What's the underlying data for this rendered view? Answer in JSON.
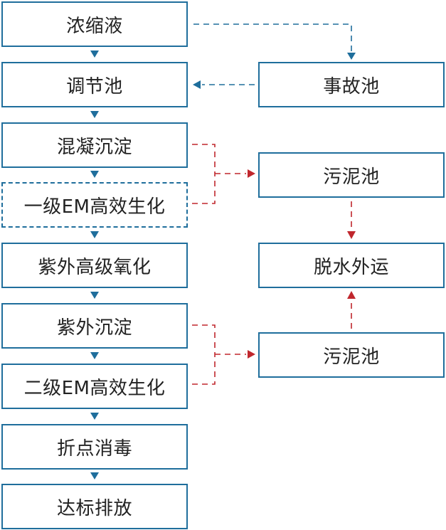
{
  "diagram": {
    "colors": {
      "node_border": "#1f6e9c",
      "blue_arrow": "#1f6e9c",
      "red_arrow": "#c0272d",
      "text": "#222222"
    },
    "main_flow": [
      {
        "id": "n1",
        "label": "浓缩液"
      },
      {
        "id": "n2",
        "label": "调节池"
      },
      {
        "id": "n3",
        "label": "混凝沉淀"
      },
      {
        "id": "n4",
        "label": "一级EM高效生化",
        "style": "dashed"
      },
      {
        "id": "n5",
        "label": "紫外高级氧化"
      },
      {
        "id": "n6",
        "label": "紫外沉淀"
      },
      {
        "id": "n7",
        "label": "二级EM高效生化"
      },
      {
        "id": "n8",
        "label": "折点消毒"
      },
      {
        "id": "n9",
        "label": "达标排放"
      }
    ],
    "side_nodes": [
      {
        "id": "s1",
        "label": "事故池"
      },
      {
        "id": "s2",
        "label": "污泥池"
      },
      {
        "id": "s3",
        "label": "脱水外运"
      },
      {
        "id": "s4",
        "label": "污泥池"
      }
    ],
    "edges": [
      {
        "from": "n1",
        "to": "n2",
        "style": "solid",
        "color": "blue"
      },
      {
        "from": "n2",
        "to": "n3",
        "style": "solid",
        "color": "blue"
      },
      {
        "from": "n3",
        "to": "n4",
        "style": "solid",
        "color": "blue"
      },
      {
        "from": "n4",
        "to": "n5",
        "style": "solid",
        "color": "blue"
      },
      {
        "from": "n5",
        "to": "n6",
        "style": "solid",
        "color": "blue"
      },
      {
        "from": "n6",
        "to": "n7",
        "style": "solid",
        "color": "blue"
      },
      {
        "from": "n7",
        "to": "n8",
        "style": "solid",
        "color": "blue"
      },
      {
        "from": "n8",
        "to": "n9",
        "style": "solid",
        "color": "blue"
      },
      {
        "from": "n1",
        "to": "s1",
        "style": "dashed",
        "color": "blue"
      },
      {
        "from": "s1",
        "to": "n2",
        "style": "dashed",
        "color": "blue"
      },
      {
        "from": "n3",
        "to": "s2",
        "style": "dashed",
        "color": "red"
      },
      {
        "from": "n4",
        "to": "s2",
        "style": "dashed",
        "color": "red"
      },
      {
        "from": "s2",
        "to": "s3",
        "style": "dashed",
        "color": "red"
      },
      {
        "from": "s4",
        "to": "s3",
        "style": "dashed",
        "color": "red"
      },
      {
        "from": "n6",
        "to": "s4",
        "style": "dashed",
        "color": "red"
      },
      {
        "from": "n7",
        "to": "s4",
        "style": "dashed",
        "color": "red"
      }
    ]
  }
}
